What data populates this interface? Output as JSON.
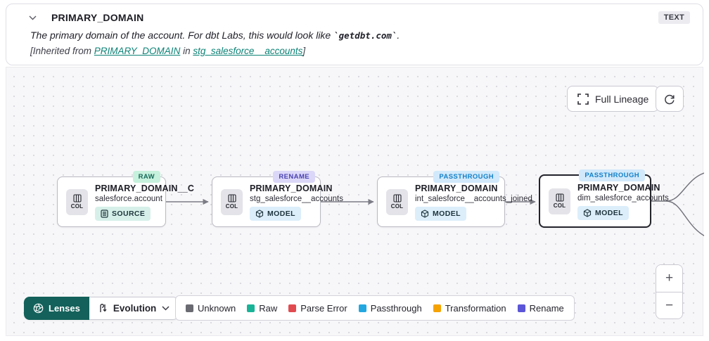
{
  "header": {
    "title": "PRIMARY_DOMAIN",
    "type_badge": "TEXT",
    "description": {
      "before": "The primary domain of the account. For dbt Labs, this would look like ",
      "code": "`getdbt.com`",
      "after": "."
    },
    "inherited": {
      "prefix": "[Inherited from ",
      "column_link": "PRIMARY_DOMAIN",
      "middle": " in ",
      "model_link": "stg_salesforce__accounts",
      "suffix": "]"
    }
  },
  "toolbar": {
    "full_lineage_label": "Full Lineage"
  },
  "canvas": {
    "nodes": [
      {
        "evolution": "RAW",
        "evolution_bg": "#c6f1dc",
        "evolution_fg": "#17695a",
        "title": "PRIMARY_DOMAIN__C",
        "subtitle": "salesforce.account",
        "col_label": "COL",
        "resource_type": "SOURCE",
        "resource_bg": "#d6f0e9"
      },
      {
        "evolution": "RENAME",
        "evolution_bg": "#dbd7f8",
        "evolution_fg": "#4a42b2",
        "title": "PRIMARY_DOMAIN",
        "subtitle": "stg_salesforce__accounts",
        "col_label": "COL",
        "resource_type": "MODEL",
        "resource_bg": "#dbeefa"
      },
      {
        "evolution": "PASSTHROUGH",
        "evolution_bg": "#d1e9fb",
        "evolution_fg": "#1581c8",
        "title": "PRIMARY_DOMAIN",
        "subtitle": "int_salesforce__accounts_joined",
        "col_label": "COL",
        "resource_type": "MODEL",
        "resource_bg": "#dbeefa"
      },
      {
        "evolution": "PASSTHROUGH",
        "evolution_bg": "#d1e9fb",
        "evolution_fg": "#1581c8",
        "title": "PRIMARY_DOMAIN",
        "subtitle": "dim_salesforce_accounts",
        "col_label": "COL",
        "resource_type": "MODEL",
        "resource_bg": "#dbeefa"
      }
    ]
  },
  "footer": {
    "lenses_label": "Lenses",
    "lens_selected": "Evolution",
    "legend": [
      {
        "label": "Unknown",
        "color": "#6a6a72"
      },
      {
        "label": "Raw",
        "color": "#19b398"
      },
      {
        "label": "Parse Error",
        "color": "#e14b50"
      },
      {
        "label": "Passthrough",
        "color": "#23a7e0"
      },
      {
        "label": "Transformation",
        "color": "#f5a302"
      },
      {
        "label": "Rename",
        "color": "#5b55d8"
      }
    ]
  },
  "zoom_controls": {
    "zoom_in": "+",
    "zoom_out": "−"
  }
}
